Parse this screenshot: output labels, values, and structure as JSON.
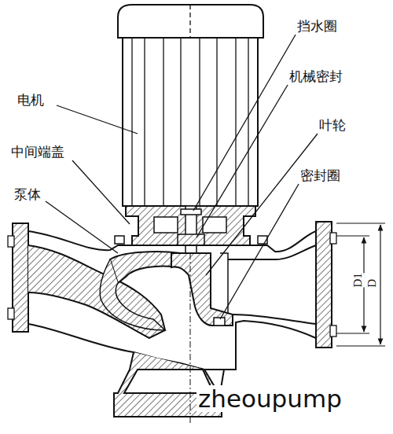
{
  "diagram": {
    "labels": [
      "电机",
      "中间端盖",
      "泵体",
      "挡水圈",
      "机械密封",
      "叶轮",
      "密封圈",
      "D1",
      "D",
      "zheoupump"
    ]
  }
}
